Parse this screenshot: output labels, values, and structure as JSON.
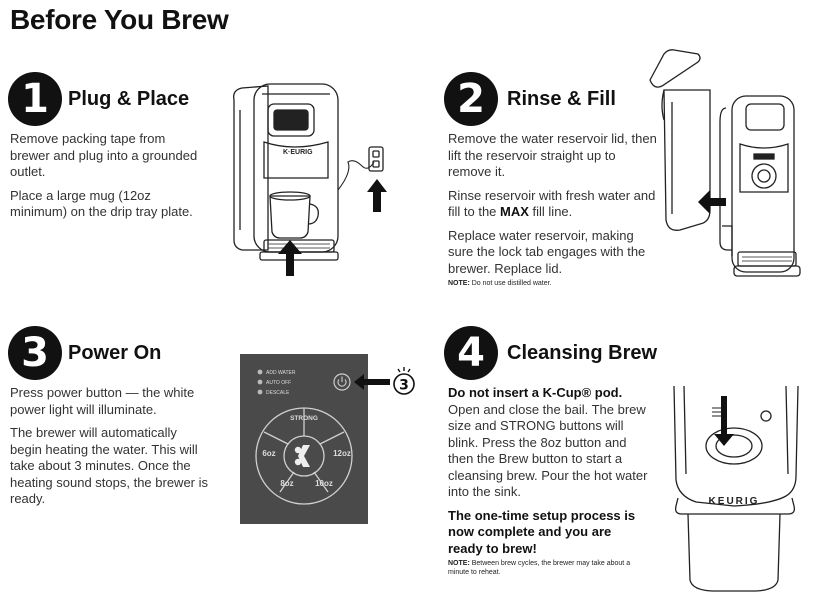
{
  "page": {
    "title": "Before You Brew"
  },
  "steps": [
    {
      "number": "1",
      "heading": "Plug & Place",
      "paragraphs": [
        "Remove packing tape from brewer and plug into a grounded outlet.",
        "Place a large mug (12oz minimum) on the drip tray plate."
      ]
    },
    {
      "number": "2",
      "heading": "Rinse & Fill",
      "paragraphs": [
        "Remove the water reservoir lid, then lift the reservoir straight up to remove it.",
        "Replace water reservoir, making sure the lock tab engages with the brewer. Replace lid."
      ],
      "rinse_prefix": "Rinse reservoir with fresh water and fill to the ",
      "rinse_bold": "MAX",
      "rinse_suffix": " fill line.",
      "note_label": "NOTE:",
      "note_text": " Do not use distilled water."
    },
    {
      "number": "3",
      "heading": "Power On",
      "paragraphs": [
        "Press power button — the white power light will illuminate.",
        "The brewer will automatically begin heating the water. This will take about 3 minutes. Once the heating sound stops, the brewer is ready."
      ],
      "panel": {
        "indicators": [
          "ADD WATER",
          "AUTO OFF",
          "DESCALE"
        ],
        "strong_label": "STRONG",
        "sizes": [
          "6oz",
          "8oz",
          "10oz",
          "12oz"
        ],
        "callout": "3"
      }
    },
    {
      "number": "4",
      "heading": "Cleansing Brew",
      "warning": "Do not insert a K-Cup® pod.",
      "instructions": "Open and close the bail. The brew size and STRONG buttons will blink. Press the 8oz button and then the Brew button to start a cleansing brew. Pour the hot water into the sink.",
      "complete": "The one-time setup process is now complete and you are ready to brew!",
      "note_label": "NOTE:",
      "note_text": " Between brew cycles, the brewer may take about a minute to reheat.",
      "brand": "KEURIG"
    }
  ],
  "colors": {
    "ink": "#111111",
    "panel": "#4a4a4a",
    "text": "#333333"
  }
}
